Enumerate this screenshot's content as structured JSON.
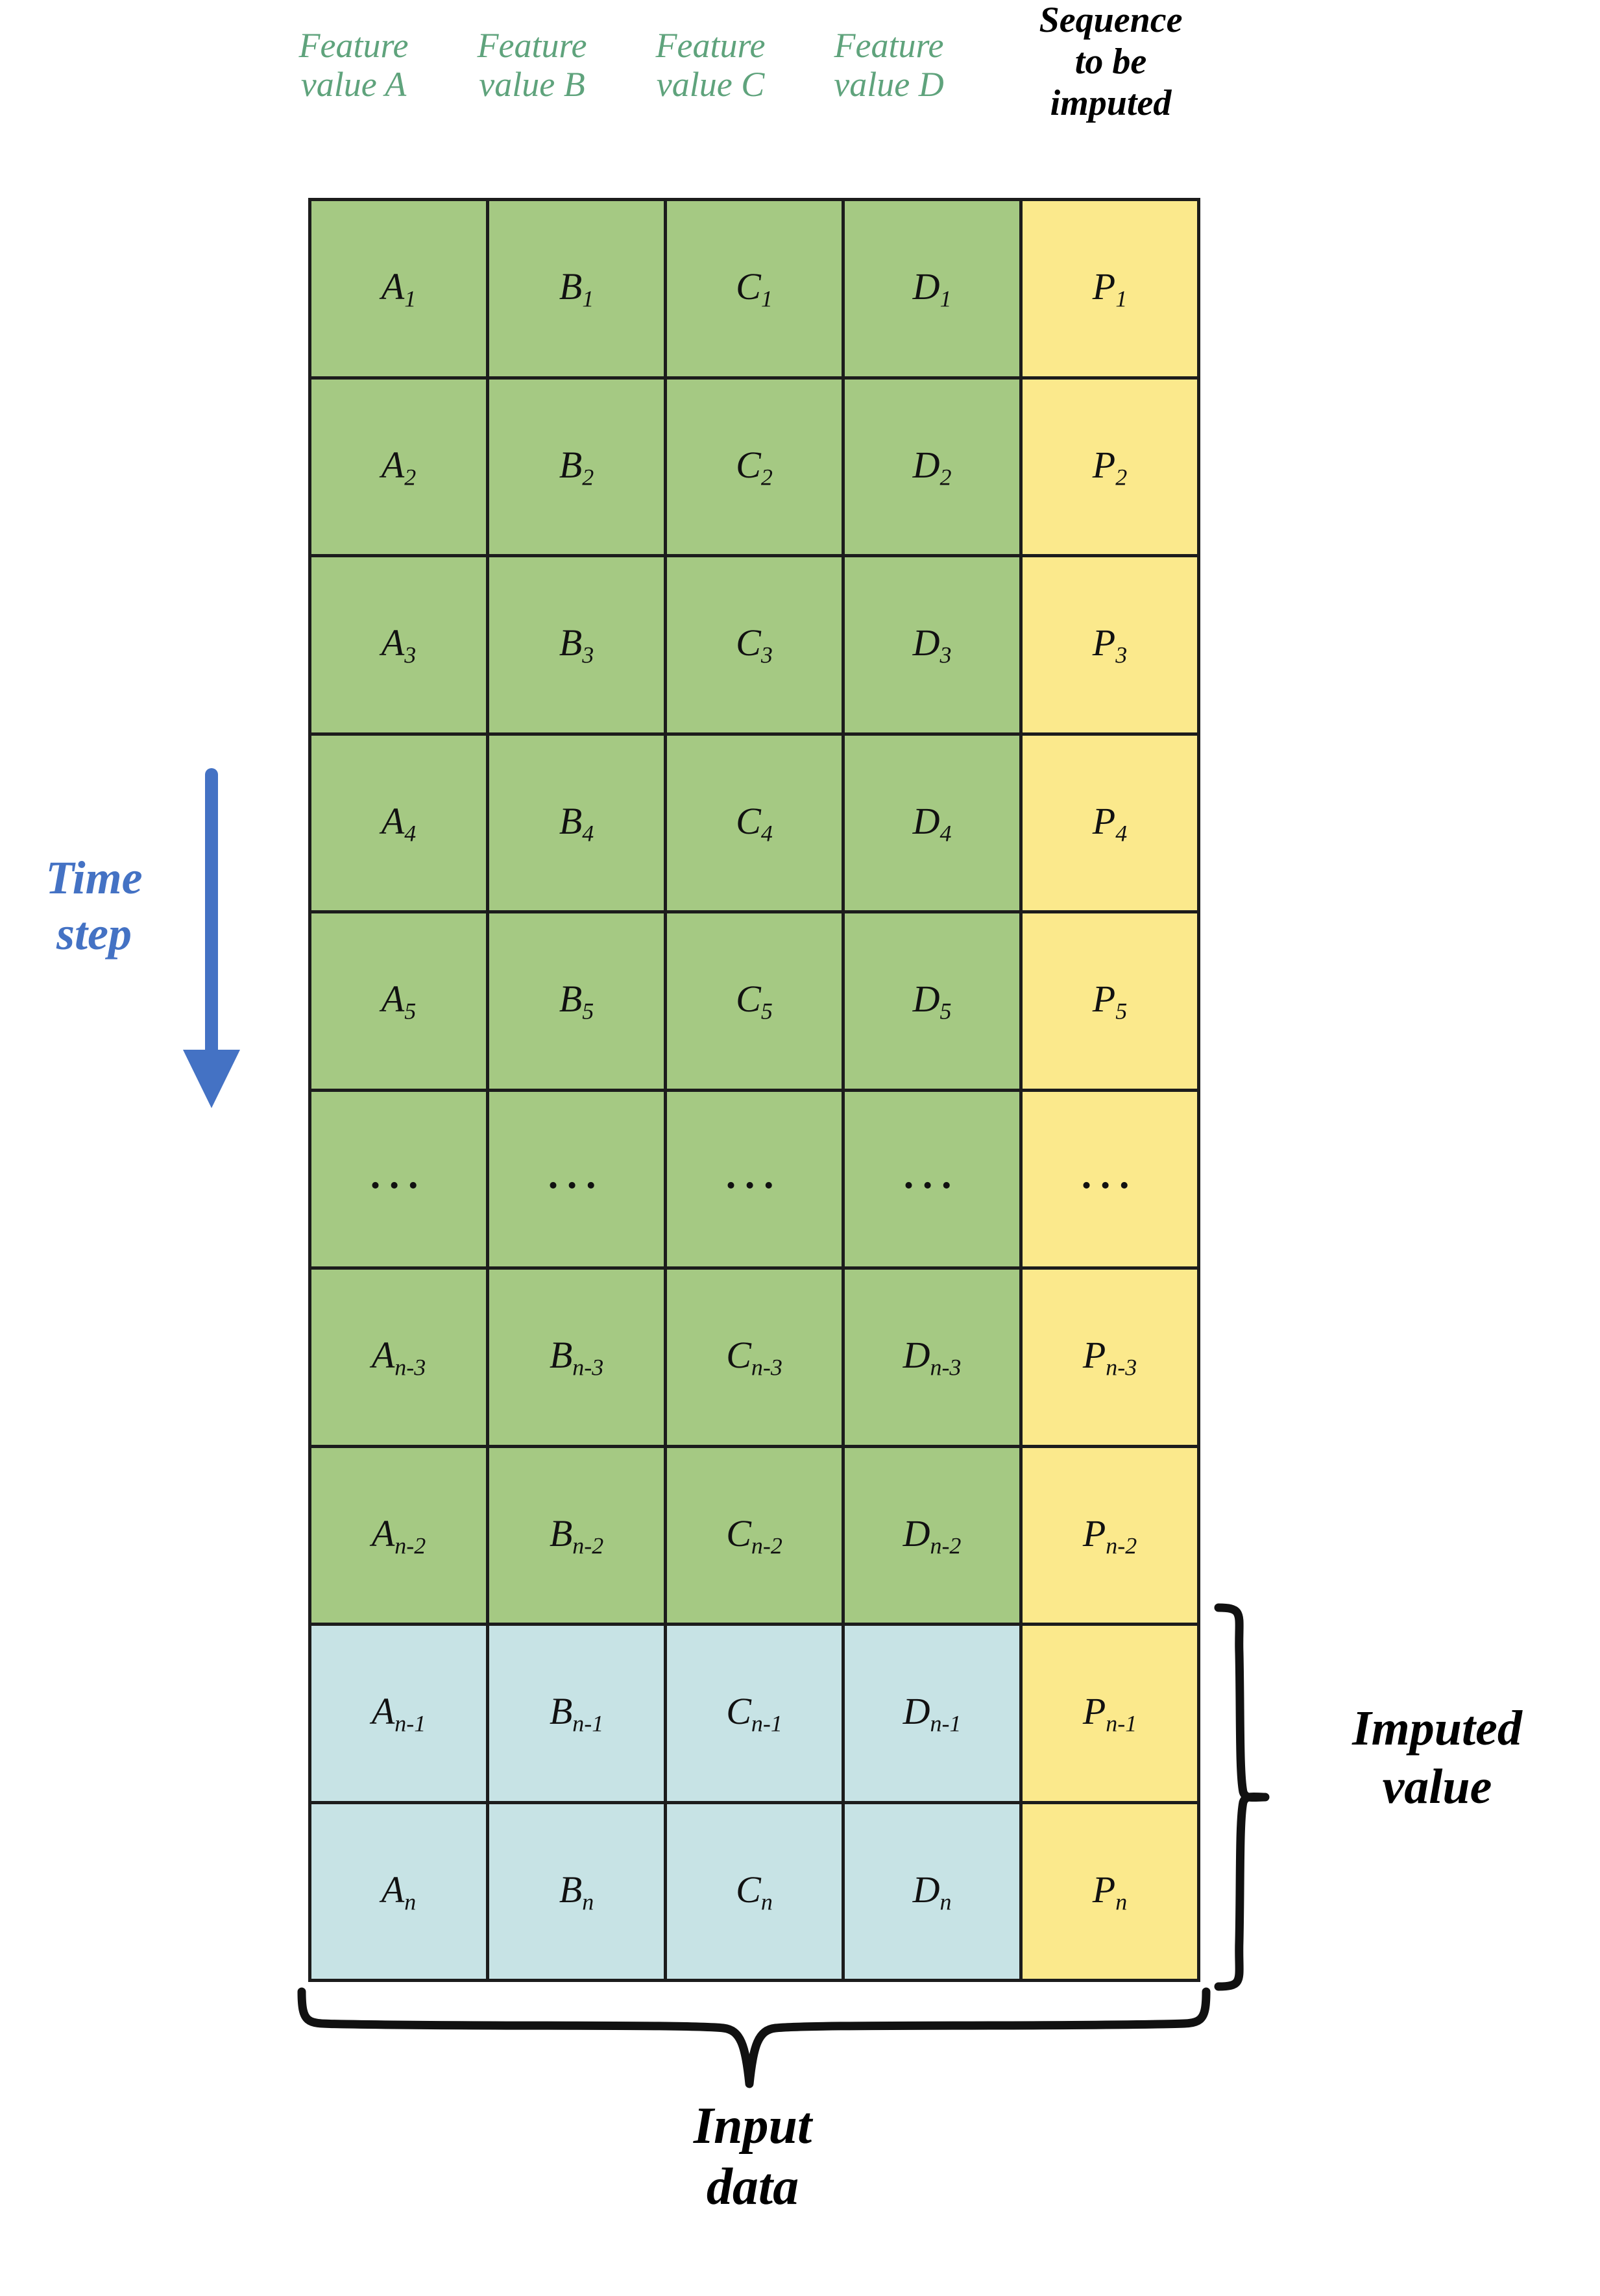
{
  "colors": {
    "feature_cell": "#A5C983",
    "highlight_cell": "#C7E3E5",
    "sequence_cell": "#FBE98C",
    "header_green": "#5FA37C",
    "timestep_blue": "#4472C4",
    "border": "#1C1C1C",
    "text": "#111111",
    "background": "#FFFFFF"
  },
  "headers": [
    {
      "label": "Feature\nvalue A",
      "emphasis": false
    },
    {
      "label": "Feature\nvalue B",
      "emphasis": false
    },
    {
      "label": "Feature\nvalue C",
      "emphasis": false
    },
    {
      "label": "Feature\nvalue D",
      "emphasis": false
    },
    {
      "label": "Sequence\nto be\nimputed",
      "emphasis": true
    }
  ],
  "annotations": {
    "timestep": "Time\nstep",
    "timestep_arrow_direction": "down",
    "imputed": "Imputed\nvalue",
    "input": "Input\ndata"
  },
  "table": {
    "columns": [
      "A",
      "B",
      "C",
      "D",
      "P"
    ],
    "rows": [
      {
        "index": "1",
        "kind": "normal",
        "cells": [
          "A",
          "B",
          "C",
          "D",
          "P"
        ],
        "sub": "1"
      },
      {
        "index": "2",
        "kind": "normal",
        "cells": [
          "A",
          "B",
          "C",
          "D",
          "P"
        ],
        "sub": "2"
      },
      {
        "index": "3",
        "kind": "normal",
        "cells": [
          "A",
          "B",
          "C",
          "D",
          "P"
        ],
        "sub": "3"
      },
      {
        "index": "4",
        "kind": "normal",
        "cells": [
          "A",
          "B",
          "C",
          "D",
          "P"
        ],
        "sub": "4"
      },
      {
        "index": "5",
        "kind": "normal",
        "cells": [
          "A",
          "B",
          "C",
          "D",
          "P"
        ],
        "sub": "5"
      },
      {
        "index": "...",
        "kind": "ellipsis",
        "cells": [
          "...",
          "...",
          "...",
          "...",
          "..."
        ],
        "sub": ""
      },
      {
        "index": "n-3",
        "kind": "normal",
        "cells": [
          "A",
          "B",
          "C",
          "D",
          "P"
        ],
        "sub": "n-3"
      },
      {
        "index": "n-2",
        "kind": "normal",
        "cells": [
          "A",
          "B",
          "C",
          "D",
          "P"
        ],
        "sub": "n-2"
      },
      {
        "index": "n-1",
        "kind": "imputed",
        "cells": [
          "A",
          "B",
          "C",
          "D",
          "P"
        ],
        "sub": "n-1"
      },
      {
        "index": "n",
        "kind": "imputed",
        "cells": [
          "A",
          "B",
          "C",
          "D",
          "P"
        ],
        "sub": "n"
      }
    ]
  }
}
